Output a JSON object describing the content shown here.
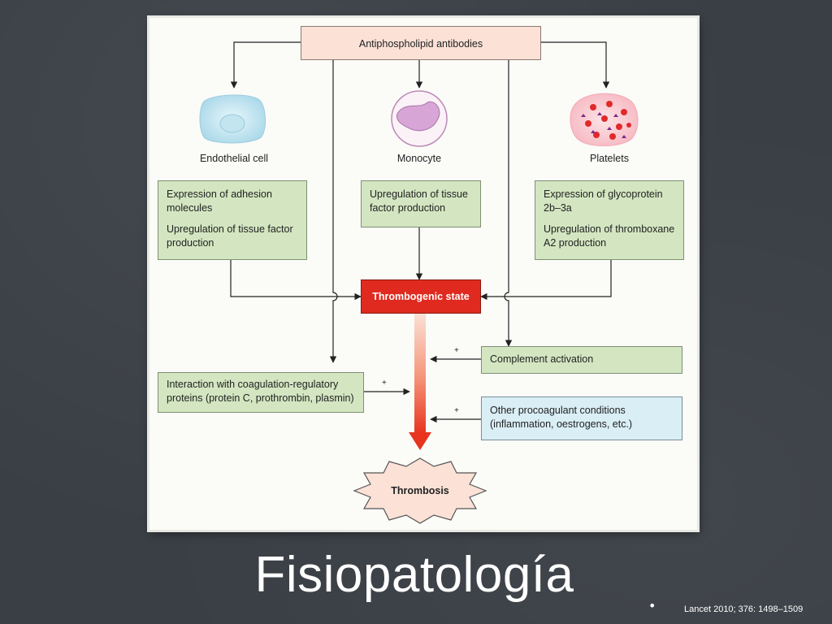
{
  "diagram": {
    "top": "Antiphospholipid antibodies",
    "cells": [
      "Endothelial cell",
      "Monocyte",
      "Platelets"
    ],
    "endothelial_box": [
      "Expression of adhesion molecules",
      "Upregulation of tissue factor production"
    ],
    "monocyte_box": "Upregulation of tissue factor production",
    "platelet_box": [
      "Expression of glycoprotein 2b–3a",
      "Upregulation of thromboxane A2 production"
    ],
    "center": "Thrombogenic state",
    "complement": "Complement activation",
    "coagulation": "Interaction with coagulation-regulatory proteins (protein C, prothrombin, plasmin)",
    "other": "Other procoagulant conditions (inflammation, oestrogens, etc.)",
    "plus": "+",
    "outcome": "Thrombosis"
  },
  "slide": {
    "title": "Fisiopatología",
    "bullet": "•",
    "citation": "Lancet 2010; 376: 1498–1509"
  },
  "colors": {
    "green_box": "#d3e6c1",
    "pink_box": "#fbe1d6",
    "blue_box": "#d9eef5",
    "red_box": "#e02a1f",
    "background": "#3a3f45"
  }
}
